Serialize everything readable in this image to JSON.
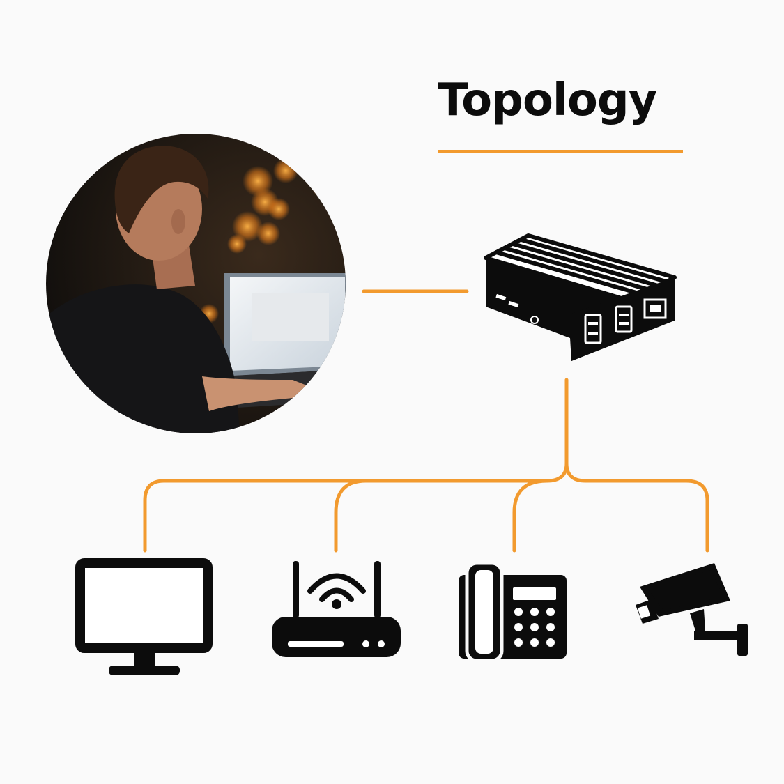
{
  "title": "Topology",
  "colors": {
    "accent": "#f29a2e",
    "icon": "#0c0c0c",
    "background": "#fafafa"
  },
  "nodes": [
    {
      "name": "user-at-laptop",
      "icon": "person-laptop-photo"
    },
    {
      "name": "mini-pc-router",
      "icon": "mini-pc-icon"
    },
    {
      "name": "monitor",
      "icon": "monitor-icon"
    },
    {
      "name": "wifi-router",
      "icon": "wifi-router-icon"
    },
    {
      "name": "desk-phone",
      "icon": "desk-phone-icon"
    },
    {
      "name": "security-camera",
      "icon": "security-camera-icon"
    }
  ]
}
